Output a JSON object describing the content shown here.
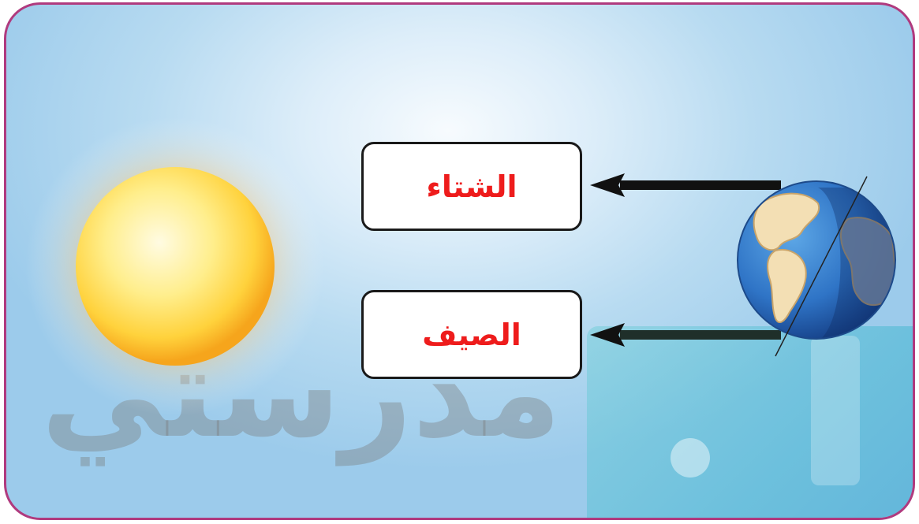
{
  "labels": {
    "winter": "الشتاء",
    "summer": "الصيف"
  },
  "watermark": {
    "text": "مدرستي"
  },
  "icons": {
    "sun": "sun-icon",
    "earth": "earth-globe-icon"
  },
  "colors": {
    "border": "#b03a7e",
    "label_text": "#ee1c1c",
    "arrow": "#111111"
  }
}
